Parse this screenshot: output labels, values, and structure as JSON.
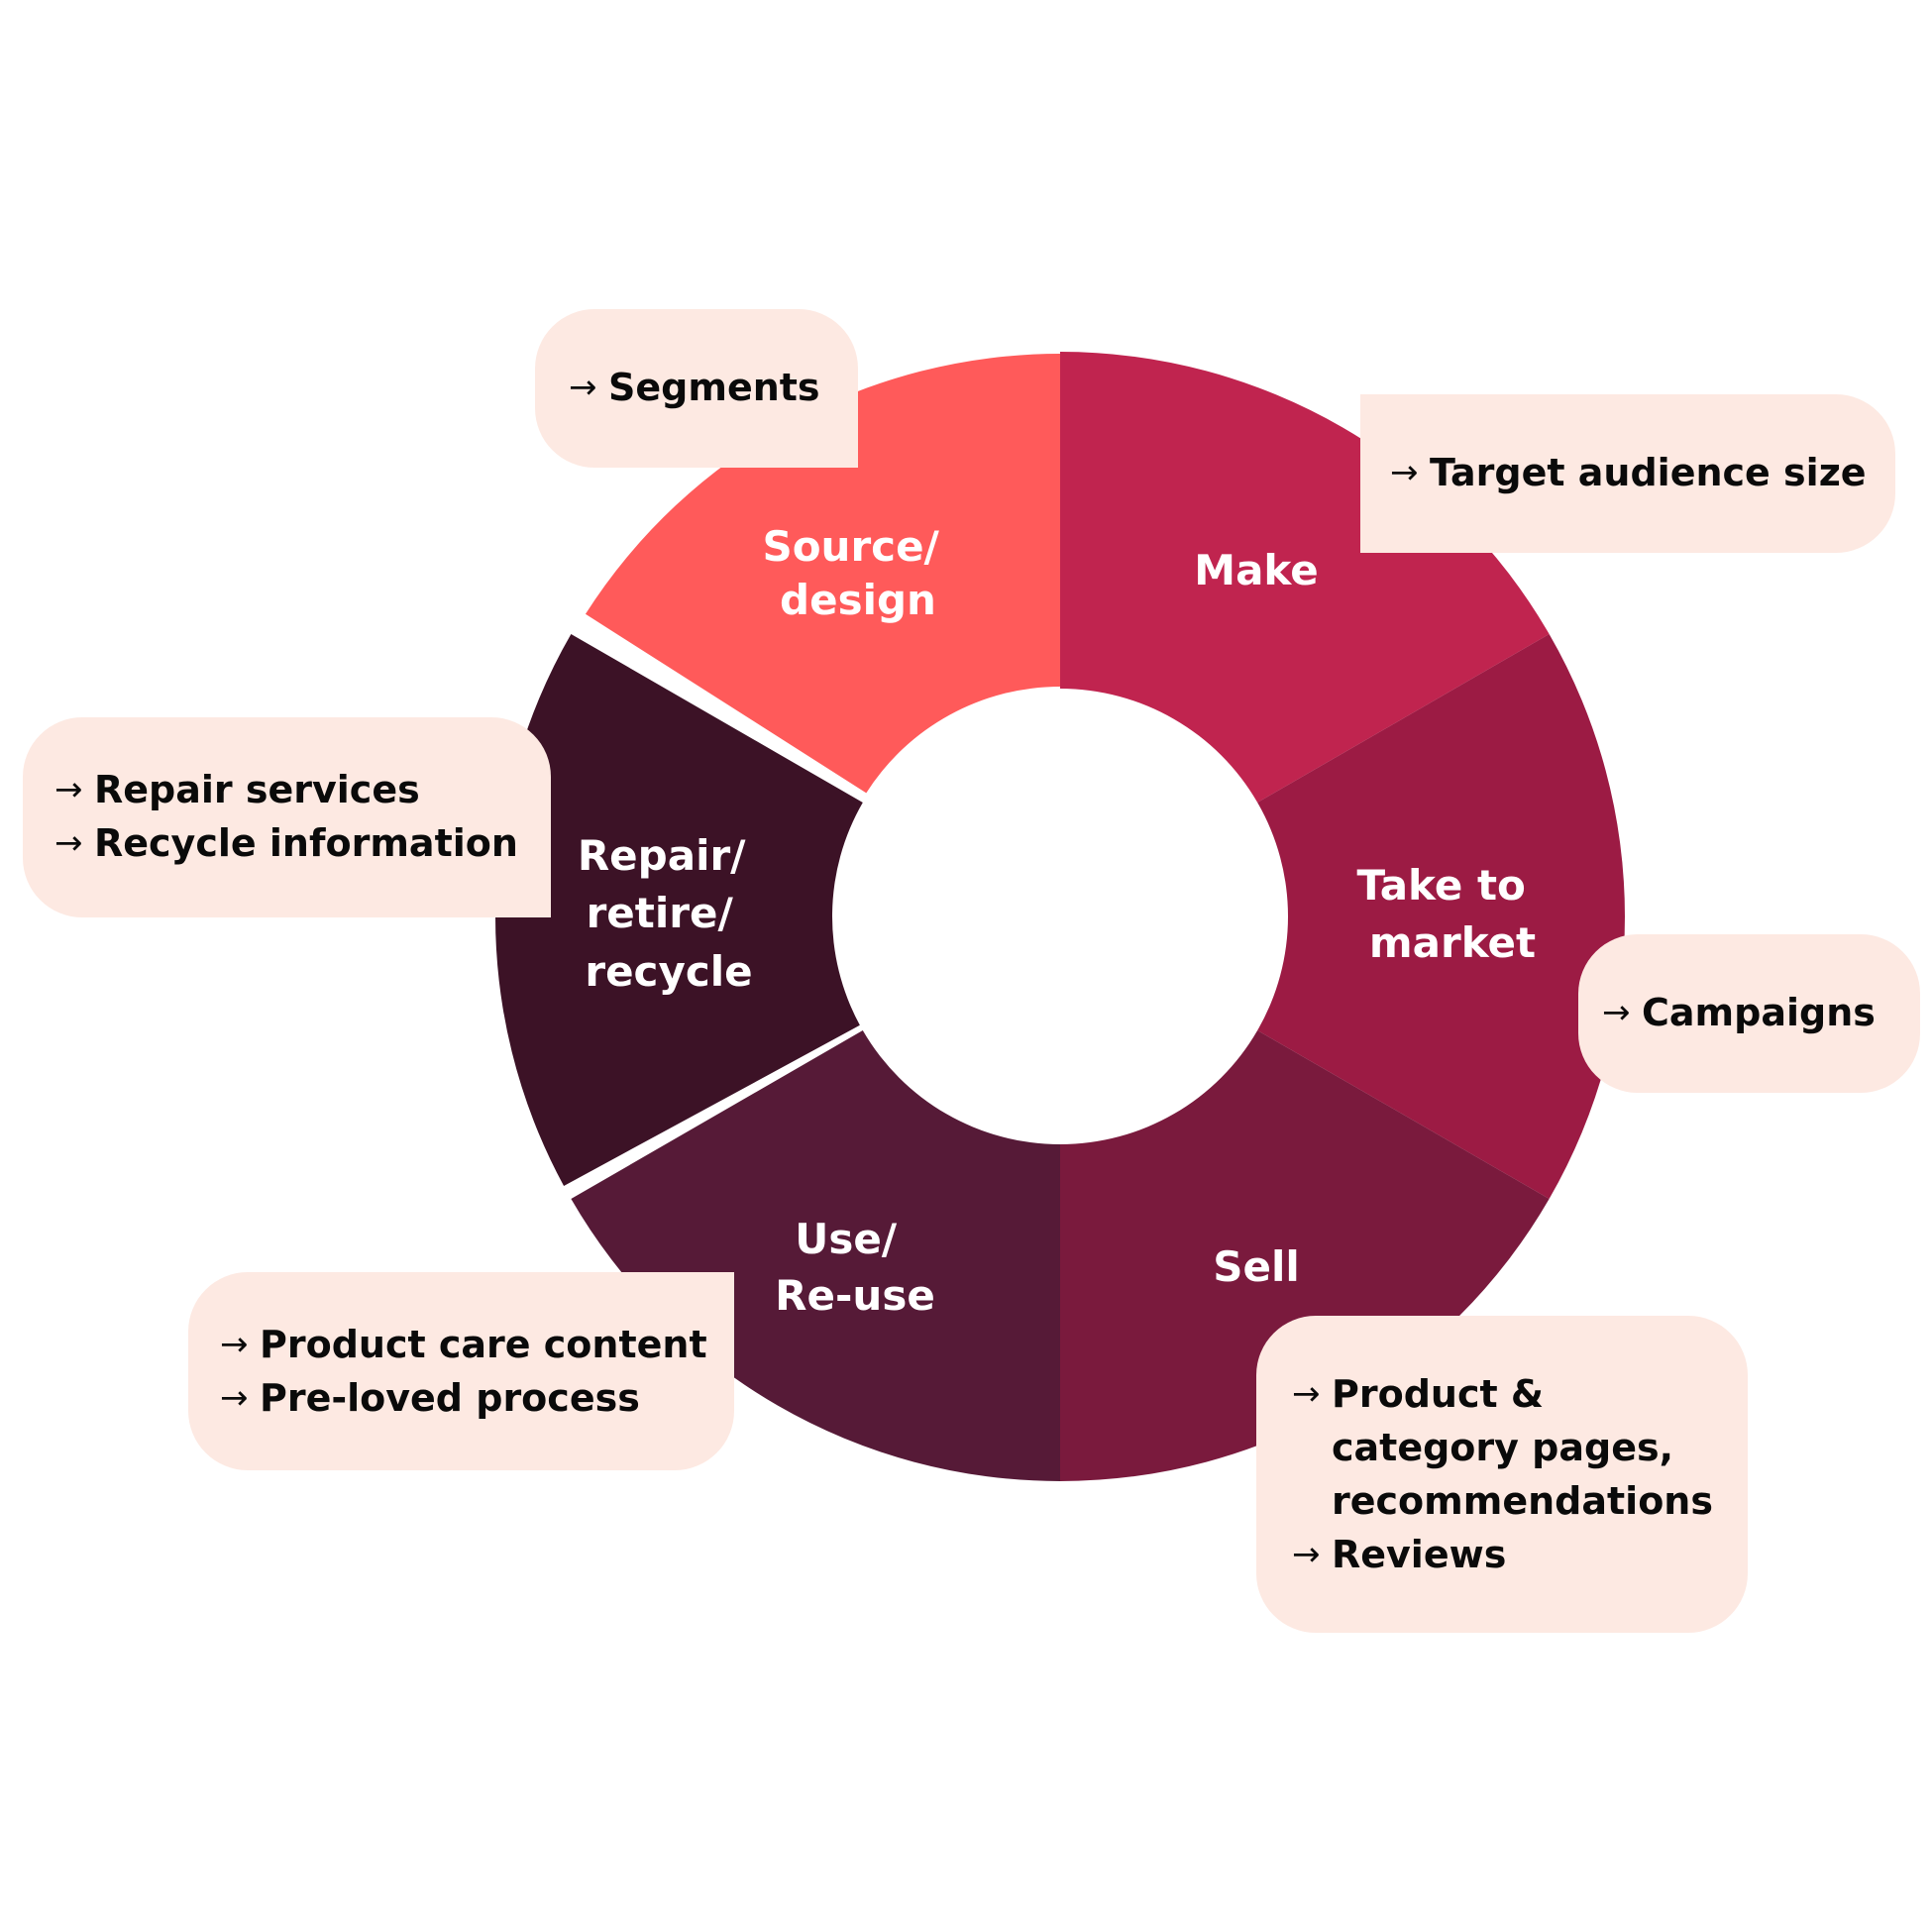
{
  "colors": {
    "source": "#ff5a5a",
    "make": "#c0244f",
    "market": "#9c1b44",
    "sell": "#7a1a3d",
    "use": "#561a37",
    "repair": "#3c1226",
    "callout_bg": "#fde9e2",
    "label_text": "#ffffff",
    "callout_text": "#0a0a0a"
  },
  "segments": [
    {
      "key": "source",
      "lines": [
        "Source/",
        "design"
      ]
    },
    {
      "key": "make",
      "lines": [
        "Make"
      ]
    },
    {
      "key": "market",
      "lines": [
        "Take to",
        "market"
      ]
    },
    {
      "key": "sell",
      "lines": [
        "Sell"
      ]
    },
    {
      "key": "use",
      "lines": [
        "Use/",
        "Re-use"
      ]
    },
    {
      "key": "repair",
      "lines": [
        "Repair/",
        "retire/",
        "recycle"
      ]
    }
  ],
  "callouts": {
    "arrow_glyph": "→",
    "source": [
      "Segments"
    ],
    "make": [
      "Target audience size"
    ],
    "market": [
      "Campaigns"
    ],
    "sell": [
      "Product & category pages, recommendations",
      "Reviews"
    ],
    "use": [
      "Product care content",
      "Pre-loved process"
    ],
    "repair": [
      "Repair services",
      "Recycle information"
    ]
  }
}
